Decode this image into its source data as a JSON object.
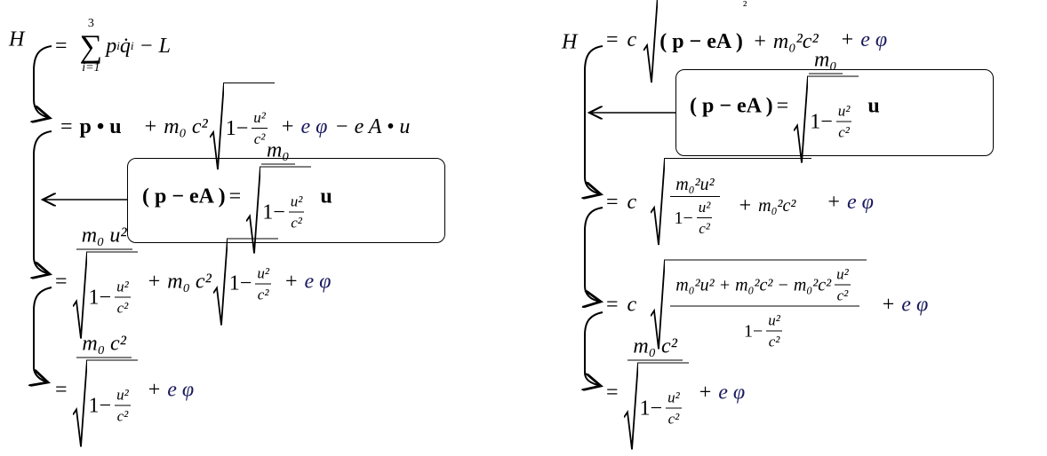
{
  "common": {
    "eq": "=",
    "plus": "+",
    "minus": "−",
    "one_minus": "1−",
    "u2": "u²",
    "c2": "c²",
    "m0": "m₀",
    "e": "e",
    "phi": "φ",
    "c": "c",
    "u_bold": "u"
  },
  "left": {
    "H": "H",
    "line1": {
      "sum": "∑",
      "sum_top": "3",
      "sum_bot": "i=1",
      "p": "p",
      "sub_i": "i",
      "qdot": "q̇",
      "minus_L": "− L"
    },
    "line2": {
      "p_dot_u": "p • u",
      "m0c2": "m₀ c²",
      "minus_eA_dot_u": "− e A • u"
    },
    "box": {
      "lhs": "( p − eA )",
      "m0": "m₀"
    },
    "line3": {
      "m0u2": "m₀ u²",
      "m0c2": "m₀ c²"
    },
    "line4": {
      "m0c2": "m₀ c²"
    }
  },
  "right": {
    "H": "H",
    "line1": {
      "p_minus_eA": "( p − eA )",
      "sq": "²",
      "m0c": "m₀²c²"
    },
    "box": {
      "lhs": "( p − eA )",
      "m0": "m₀"
    },
    "line2": {
      "m0u": "m₀²u²",
      "m0c": "m₀²c²"
    },
    "line3": {
      "num": "m₀²u² + m₀²c² − m₀²c²"
    },
    "line4": {
      "m0c2": "m₀ c²"
    }
  }
}
